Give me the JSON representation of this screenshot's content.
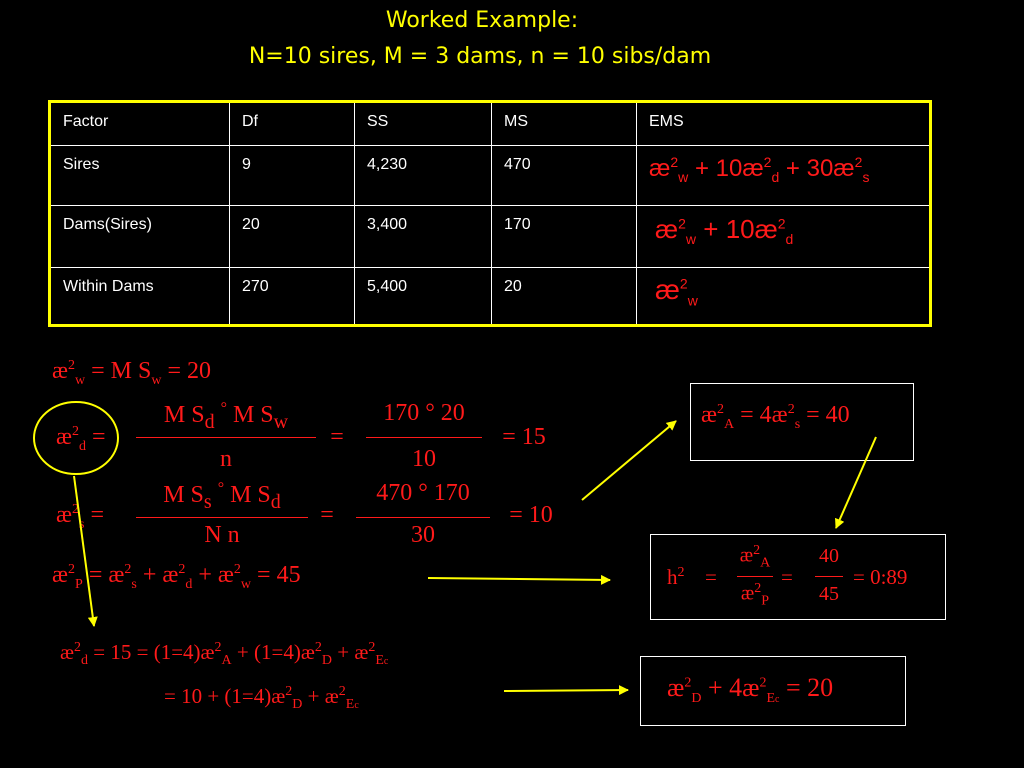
{
  "slide": {
    "title": "Worked Example:",
    "subtitle": "N=10 sires, M = 3 dams, n = 10 sibs/dam"
  },
  "table": {
    "headers": [
      "Factor",
      "Df",
      "SS",
      "MS",
      "EMS"
    ],
    "rows": [
      {
        "factor": "Sires",
        "df": "9",
        "ss": "4,230",
        "ms": "470"
      },
      {
        "factor": "Dams(Sires)",
        "df": "20",
        "ss": "3,400",
        "ms": "170"
      },
      {
        "factor": "Within Dams",
        "df": "270",
        "ss": "5,400",
        "ms": "20"
      }
    ],
    "ems_row1": {
      "t1": "æ",
      "t2": "+  10æ",
      "t3": "+  30æ",
      "s1": "w",
      "s2": "d",
      "s3": "s"
    },
    "ems_row2": {
      "t1": "æ",
      "t2": "+  10æ",
      "s1": "w",
      "s2": "d"
    },
    "ems_row3": {
      "t1": "æ",
      "s1": "w"
    },
    "sup": "2"
  },
  "eq_w": {
    "lhs": "æ",
    "sub": "w",
    "mid": " =  M S",
    "sub2": "w",
    "rhs": " =  20"
  },
  "eq_d": {
    "lhs": "æ",
    "sub": "d",
    "eq": "=",
    "num1": "M S",
    "num1_sub": "d",
    "minus": "°",
    "num1b": "M S",
    "num1b_sub": "w",
    "den1": "n",
    "eq2": "=",
    "num2": "170  °  20",
    "den2": "10",
    "rhs": "=  15"
  },
  "eq_s": {
    "lhs": "æ",
    "sub": "s",
    "eq": "=",
    "num1": "M S",
    "num1_sub": "s",
    "minus": "°",
    "num1b": "M S",
    "num1b_sub": "d",
    "den1": "N n",
    "eq2": "=",
    "num2": "470  °  170",
    "den2": "30",
    "rhs": "=  10"
  },
  "eq_p": {
    "text1": "æ",
    "sub1": "P",
    "text2": " =  æ",
    "sub2": "s",
    "text3": " +  æ",
    "sub3": "d",
    "text4": " +  æ",
    "sub4": "w",
    "text5": " =  45"
  },
  "eq_dom1": {
    "text1": "æ",
    "sub1": "d",
    "text2": " =  15 =  (1=4)æ",
    "sub2": "A",
    "text3": " +  (1=4)æ",
    "sub3": "D",
    "text4": " +  æ",
    "sub4": "E",
    "sub4b": "c"
  },
  "eq_dom2": {
    "text1": "=  10 +  (1=4)æ",
    "sub1": "D",
    "text2": " +  æ",
    "sub2": "E",
    "sub2b": "c"
  },
  "box_a": {
    "text1": "æ",
    "sub1": "A",
    "text2": " =  4æ",
    "sub2": "s",
    "text3": " =  40"
  },
  "box_h": {
    "lhs": "h",
    "sup": "2",
    "eq": "=",
    "num": "æ",
    "num_sub": "A",
    "den": "æ",
    "den_sub": "P",
    "eq2": "=",
    "num2": "40",
    "den2": "45",
    "rhs": "=  0:89"
  },
  "box_d": {
    "text1": "æ",
    "sub1": "D",
    "text2": " +  4æ",
    "sub2": "E",
    "sub2b": "c",
    "text3": " =  20"
  },
  "colors": {
    "title": "#ffff00",
    "equation": "#ff1a1a",
    "arrow": "#ffff00",
    "text": "#ffffff",
    "background": "#000000"
  }
}
